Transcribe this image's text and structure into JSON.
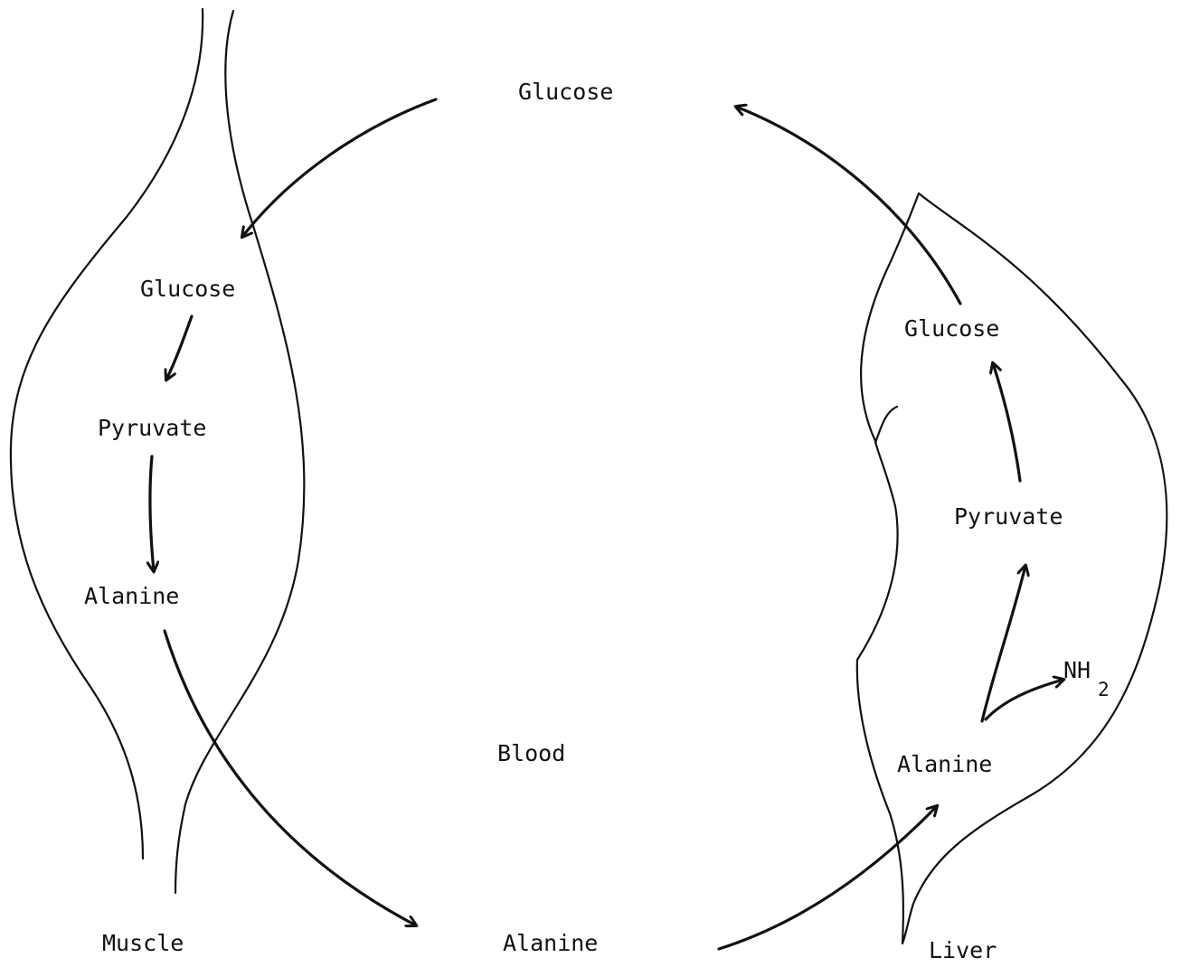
{
  "diagram": {
    "blood": {
      "glucose": "Glucose",
      "blood": "Blood",
      "alanine": "Alanine"
    },
    "muscle": {
      "title": "Muscle",
      "glucose": "Glucose",
      "pyruvate": "Pyruvate",
      "alanine": "Alanine"
    },
    "liver": {
      "title": "Liver",
      "glucose": "Glucose",
      "pyruvate": "Pyruvate",
      "alanine": "Alanine",
      "nh": "NH",
      "nh_sub": "2"
    }
  }
}
